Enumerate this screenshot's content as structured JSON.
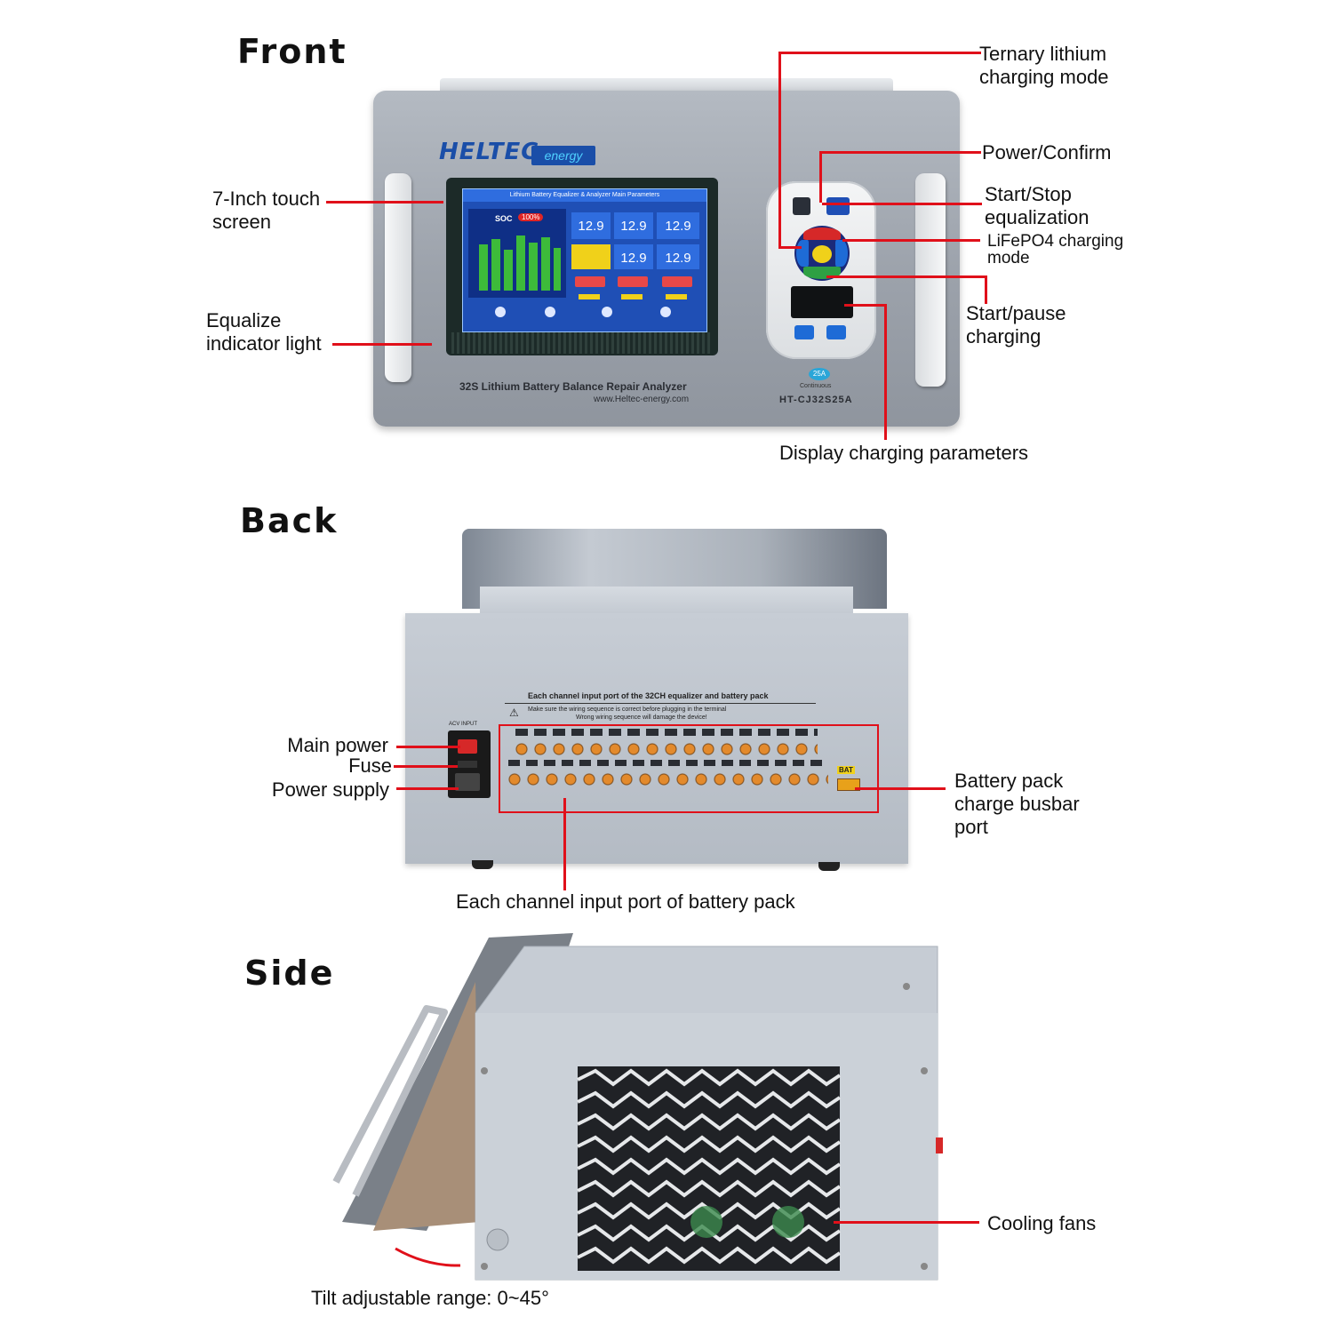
{
  "sections": {
    "front": "Front",
    "back": "Back",
    "side": "Side"
  },
  "device": {
    "brand": "HELTEC",
    "brand_sub": "energy",
    "screen_header": "Lithium Battery Equalizer & Analyzer Main Parameters",
    "soc_label": "SOC",
    "soc_value": "100%",
    "readouts": [
      "12.9",
      "12.9",
      "12.9",
      "12.9",
      "12.9"
    ],
    "product_name": "32S Lithium Battery Balance Repair Analyzer",
    "website": "www.Heltec-energy.com",
    "model": "HT-CJ32S25A",
    "current_badge": "25A",
    "continuous_label": "Continuous",
    "back_panel_title": "Each channel input port of the 32CH equalizer and battery pack",
    "back_warning_1": "Make sure the wiring sequence is correct before plugging in the terminal",
    "back_warning_2": "Wrong wiring sequence will damage the device!",
    "acv_input": "ACV INPUT",
    "bat_label": "BAT"
  },
  "callouts": {
    "ternary": "Ternary lithium\ncharging mode",
    "power_confirm": "Power/Confirm",
    "start_stop_eq": "Start/Stop\nequalization",
    "lifepo4": "LiFePO4 charging\nmode",
    "start_pause": "Start/pause\ncharging",
    "display_params": "Display charging parameters",
    "touch_screen": "7-Inch touch\nscreen",
    "equalize_light": "Equalize\nindicator light",
    "main_power": "Main power",
    "fuse": "Fuse",
    "power_supply": "Power supply",
    "busbar_port": "Battery pack\ncharge busbar\nport",
    "channel_port": "Each channel input port of battery pack",
    "cooling_fans": "Cooling fans",
    "tilt_range": "Tilt adjustable range: 0~45°"
  },
  "colors": {
    "callout_red": "#e0101a",
    "case_gray": "#a3a9b2",
    "screen_blue": "#1f4fb5",
    "bar_green": "#3dbb3a",
    "port_orange": "#e38a2c"
  }
}
